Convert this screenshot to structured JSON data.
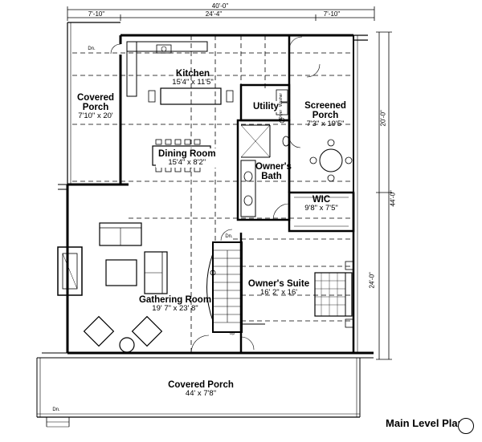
{
  "plan_title": "Main Level Plan",
  "overall_width": "40'-0\"",
  "segments_top": [
    "7'-10\"",
    "24'-4\"",
    "7'-10\""
  ],
  "right_dims": [
    "20'-0\"",
    "44'-0\"",
    "24'-0\""
  ],
  "rooms": [
    {
      "key": "kitchen",
      "name": "Kitchen",
      "size": "15'4\" x 11'5\""
    },
    {
      "key": "covered_porch_left",
      "name": "Covered\nPorch",
      "size": "7'10\" x 20'"
    },
    {
      "key": "utility",
      "name": "Utility",
      "size": ""
    },
    {
      "key": "screened_porch",
      "name": "Screened\nPorch",
      "size": "7'3\" x 19'5\""
    },
    {
      "key": "dining_room",
      "name": "Dining Room",
      "size": "15'4\" x 8'2\""
    },
    {
      "key": "owners_bath",
      "name": "Owner's\nBath",
      "size": ""
    },
    {
      "key": "wic",
      "name": "WIC",
      "size": "9'8\" x 7'5\""
    },
    {
      "key": "gathering_room",
      "name": "Gathering Room",
      "size": "19' 7\" x 23' 8\""
    },
    {
      "key": "owners_suite",
      "name": "Owner's Suite",
      "size": "16' 2\" x 16'"
    },
    {
      "key": "covered_porch_front",
      "name": "Covered Porch",
      "size": "44' x 7'8\""
    }
  ],
  "small_labels": {
    "dn_top": "Dn.",
    "dn_stair": "Dn.",
    "dn_bottom": "Dn.",
    "washer": "Washer",
    "dryer": "Dryer",
    "up": "Up"
  }
}
